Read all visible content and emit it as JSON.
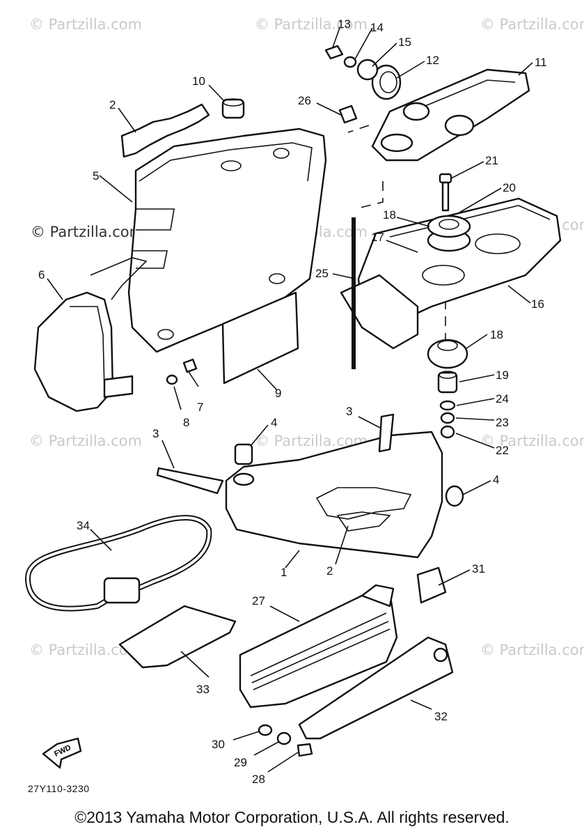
{
  "watermark": "© Partzilla.com",
  "callouts": {
    "c1": "1",
    "c2a": "2",
    "c2b": "2",
    "c3a": "3",
    "c3b": "3",
    "c4a": "4",
    "c4b": "4",
    "c5": "5",
    "c6": "6",
    "c7": "7",
    "c8": "8",
    "c9": "9",
    "c10": "10",
    "c11": "11",
    "c12": "12",
    "c13": "13",
    "c14": "14",
    "c15": "15",
    "c16": "16",
    "c17": "17",
    "c18a": "18",
    "c18b": "18",
    "c19": "19",
    "c20": "20",
    "c21": "21",
    "c22": "22",
    "c23": "23",
    "c24": "24",
    "c25": "25",
    "c26": "26",
    "c27": "27",
    "c28": "28",
    "c29": "29",
    "c30": "30",
    "c31": "31",
    "c32": "32",
    "c33": "33",
    "c34": "34"
  },
  "fwd_label": "FWD",
  "diagram_code": "27Y110-3230",
  "copyright": "©2013 Yamaha Motor Corporation, U.S.A. All rights reserved."
}
